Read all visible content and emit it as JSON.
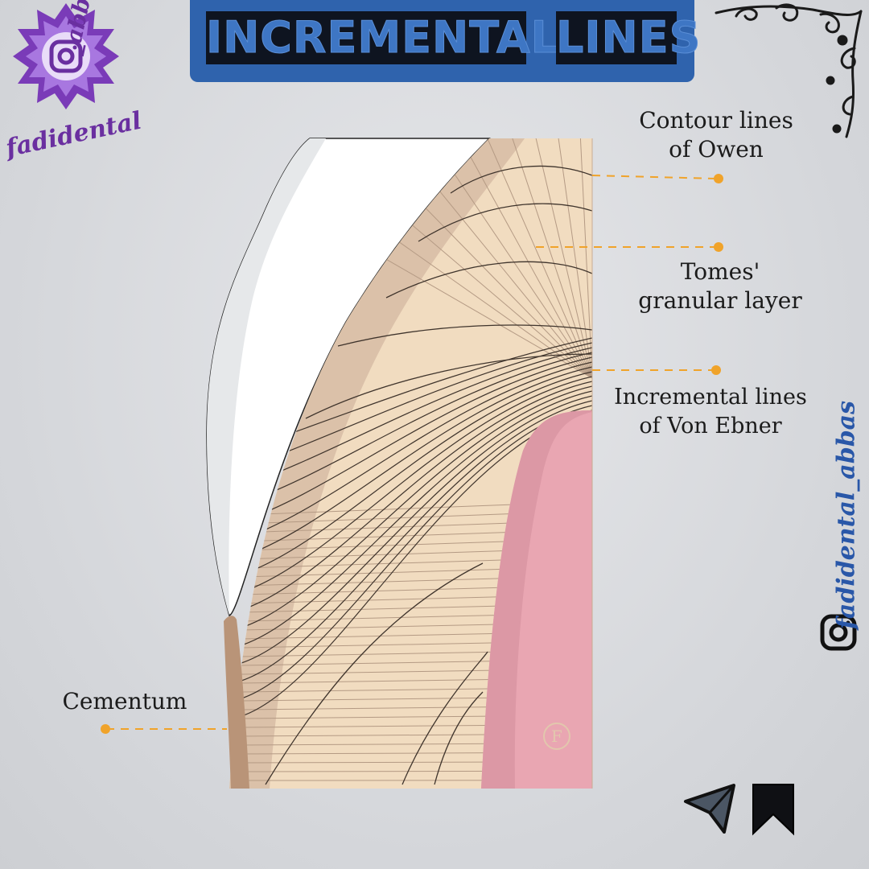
{
  "title": {
    "word1": "INCREMENTAL",
    "word2": "LINES"
  },
  "labels": {
    "contour_line1": "Contour lines",
    "contour_line2": "of Owen",
    "tomes_line1": "Tomes'",
    "tomes_line2": "granular layer",
    "ebner_line1": "Incremental lines",
    "ebner_line2": "of Von Ebner",
    "cementum": "Cementum"
  },
  "watermark": {
    "handle_top_main": "fadidental",
    "handle_top_tail": "_abbas",
    "handle_side": "fadidental_abbas",
    "mark": "F"
  },
  "icons": [
    "instagram-icon",
    "send-icon",
    "bookmark-icon",
    "ornament-icon"
  ],
  "colors": {
    "title_bg": "#2f63ad",
    "dentin": "#f1dcc0",
    "enamel": "#ffffff",
    "pulp": "#e9a6b2",
    "cementum": "#b99478",
    "leader": "#f0a32a",
    "handle_purple": "#6a2fa0",
    "handle_blue": "#2957a8"
  }
}
